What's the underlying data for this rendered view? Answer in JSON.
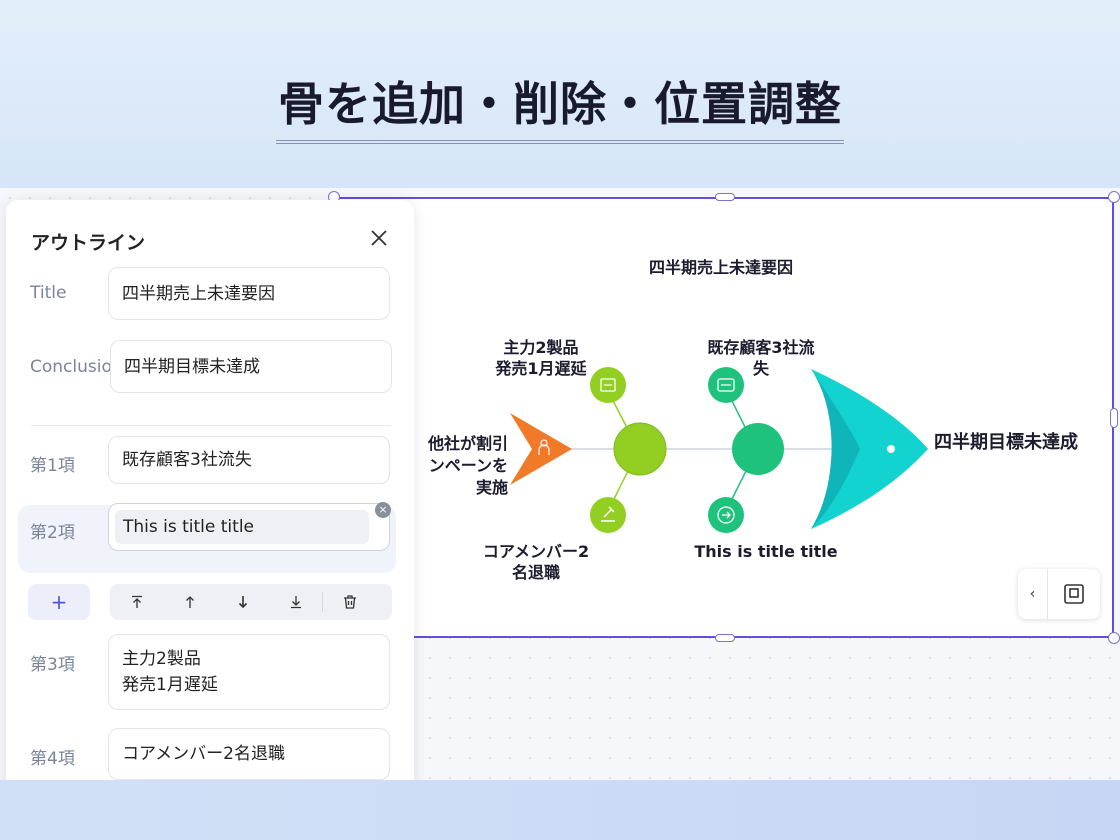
{
  "page": {
    "heading": "骨を追加・削除・位置調整"
  },
  "outline": {
    "panel_title": "アウトライン",
    "title_label": "Title",
    "title_value": "四半期売上未達要因",
    "conclusion_label": "Conclusio",
    "conclusion_value": "四半期目標未達成",
    "items": [
      {
        "label": "第1項",
        "value": "既存顧客3社流失"
      },
      {
        "label": "第2項",
        "value": "This is title title"
      },
      {
        "label": "第3項",
        "value_line1": "主力2製品",
        "value_line2": "発売1月遅延"
      },
      {
        "label": "第4項",
        "value": "コアメンバー2名退職"
      }
    ],
    "add_label": "+"
  },
  "diagram": {
    "title": "四半期売上未達要因",
    "head": "四半期目標未達成",
    "tail_line1": "他社が割引",
    "tail_line2": "ンペーンを",
    "tail_line3": "実施",
    "top_left_line1": "主力2製品",
    "top_left_line2": "発売1月遅延",
    "top_right_line1": "既存顧客3社流",
    "top_right_line2": "失",
    "bottom_left_line1": "コアメンバー2",
    "bottom_left_line2": "名退職",
    "bottom_right": "This is title title",
    "colors": {
      "tail": "#f07a27",
      "node_left": "#93cf22",
      "node_right": "#1fc27d",
      "head": "#12d3cf",
      "frame": "#5f4ee0"
    }
  },
  "controls": {
    "prev_icon": "‹",
    "fit_icon": "fit-to-screen-icon"
  }
}
